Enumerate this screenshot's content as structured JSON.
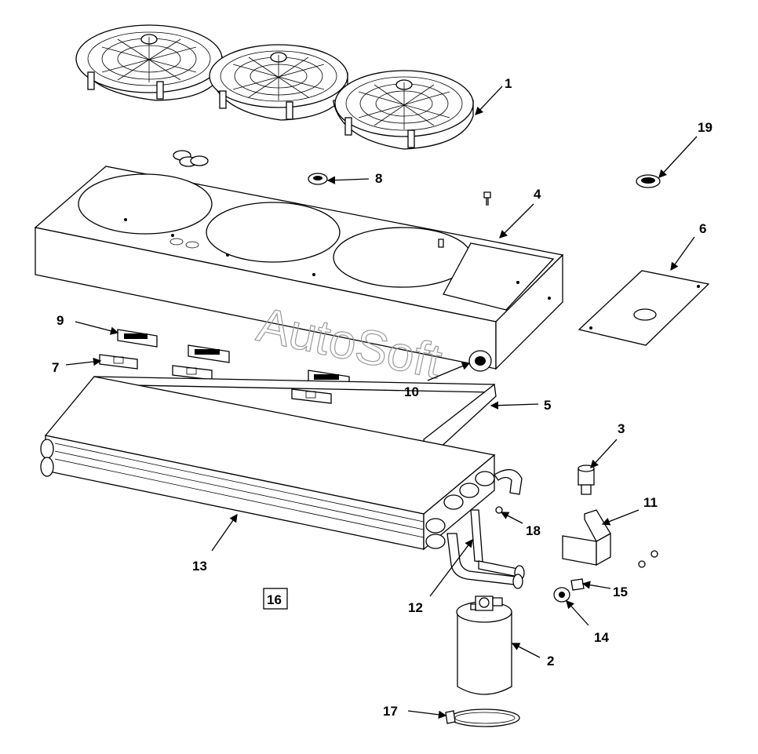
{
  "diagram": {
    "watermark": "AutoSoft",
    "callouts": {
      "c1": "1",
      "c2": "2",
      "c3": "3",
      "c4": "4",
      "c5": "5",
      "c6": "6",
      "c7": "7",
      "c8": "8",
      "c9": "9",
      "c10": "10",
      "c11": "11",
      "c12": "12",
      "c13": "13",
      "c14": "14",
      "c15": "15",
      "c16": "16",
      "c17": "17",
      "c18": "18",
      "c19": "19"
    }
  }
}
